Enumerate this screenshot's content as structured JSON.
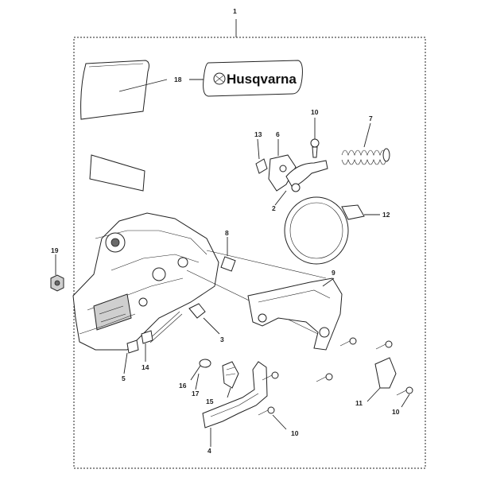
{
  "brand": {
    "logo_text": "Husqvarna"
  },
  "callouts": [
    {
      "id": "c1",
      "label": "1"
    },
    {
      "id": "c2",
      "label": "2"
    },
    {
      "id": "c3",
      "label": "3"
    },
    {
      "id": "c4",
      "label": "4"
    },
    {
      "id": "c5",
      "label": "5"
    },
    {
      "id": "c6",
      "label": "6"
    },
    {
      "id": "c7",
      "label": "7"
    },
    {
      "id": "c8",
      "label": "8"
    },
    {
      "id": "c9",
      "label": "9"
    },
    {
      "id": "c10a",
      "label": "10"
    },
    {
      "id": "c10b",
      "label": "10"
    },
    {
      "id": "c10c",
      "label": "10"
    },
    {
      "id": "c11",
      "label": "11"
    },
    {
      "id": "c12",
      "label": "12"
    },
    {
      "id": "c13",
      "label": "13"
    },
    {
      "id": "c14",
      "label": "14"
    },
    {
      "id": "c15",
      "label": "15"
    },
    {
      "id": "c16",
      "label": "16"
    },
    {
      "id": "c17",
      "label": "17"
    },
    {
      "id": "c18",
      "label": "18"
    },
    {
      "id": "c19",
      "label": "19"
    }
  ],
  "colors": {
    "line": "#222222",
    "fill": "#ffffff",
    "shade": "#cfcfcf"
  }
}
